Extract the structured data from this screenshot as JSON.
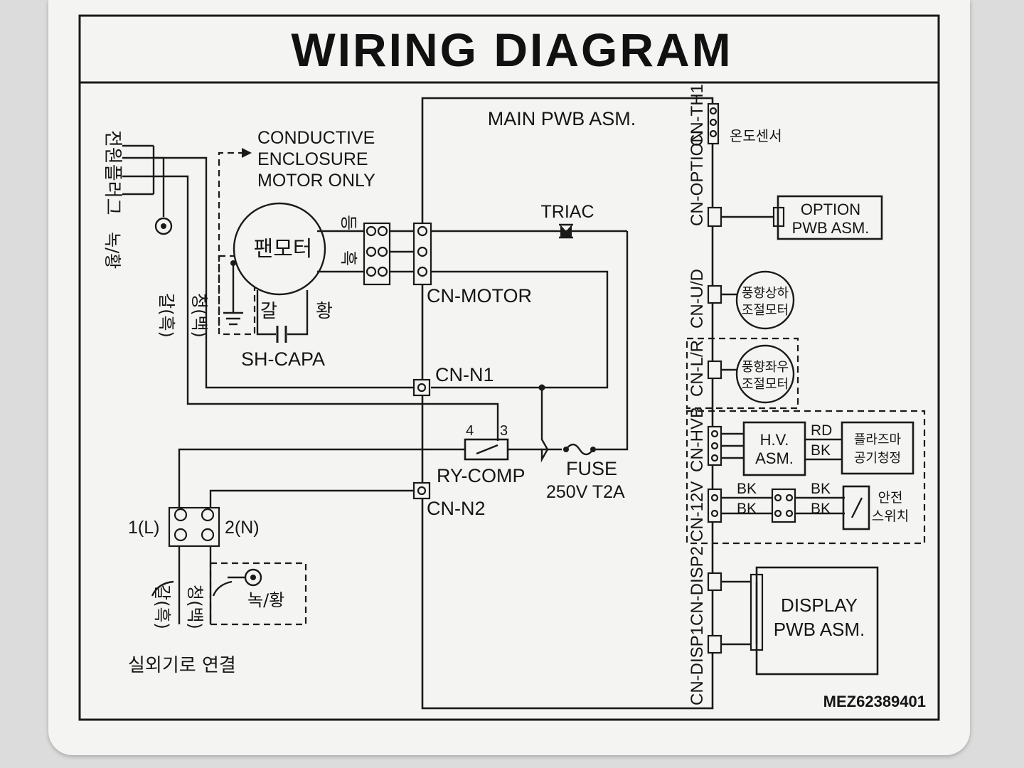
{
  "title": "WIRING DIAGRAM",
  "part_number": "MEZ62389401",
  "main_board": {
    "label": "MAIN PWB ASM."
  },
  "power_plug": {
    "label": "전원플러그",
    "ground_label": "녹/황",
    "wire_brown": "갈(흑)",
    "wire_blue": "청(백)"
  },
  "fan_motor": {
    "label": "팬모터",
    "enclosure_note": [
      "CONDUCTIVE",
      "ENCLOSURE",
      "MOTOR ONLY"
    ],
    "wire_orange": "등",
    "wire_black": "흑",
    "wire_brown": "갈",
    "wire_yellow": "황",
    "capacitor": "SH-CAPA"
  },
  "connectors": {
    "motor": "CN-MOTOR",
    "n1": "CN-N1",
    "n2": "CN-N2",
    "th1": "CN-TH1",
    "option": "CN-OPTION",
    "ud": "CN-U/D",
    "lr": "CN-L/R",
    "hvb": "CN-HVB",
    "v12": "CN-12V",
    "disp2": "CN-DISP2",
    "disp1": "CN-DISP1"
  },
  "triac": "TRIAC",
  "relay": {
    "label": "RY-COMP",
    "pin4": "4",
    "pin3": "3"
  },
  "fuse": {
    "label": "FUSE",
    "rating": "250V T2A"
  },
  "terminal_block": {
    "l": "1(L)",
    "n": "2(N)"
  },
  "outdoor": {
    "label": "실외기로 연결",
    "wire_brown": "갈(흑)",
    "wire_blue": "청(백)",
    "ground_label": "녹/황"
  },
  "sensor": "온도센서",
  "option_board": [
    "OPTION",
    "PWB ASM."
  ],
  "ud_motor": [
    "풍향상하",
    "조절모터"
  ],
  "lr_motor": [
    "풍향좌우",
    "조절모터"
  ],
  "hv_assembly": [
    "H.V.",
    "ASM."
  ],
  "wire_rd": "RD",
  "wire_bk": "BK",
  "plasma": [
    "플라즈마",
    "공기청정"
  ],
  "safety_switch": [
    "안전",
    "스위치"
  ],
  "display_board": [
    "DISPLAY",
    "PWB ASM."
  ]
}
